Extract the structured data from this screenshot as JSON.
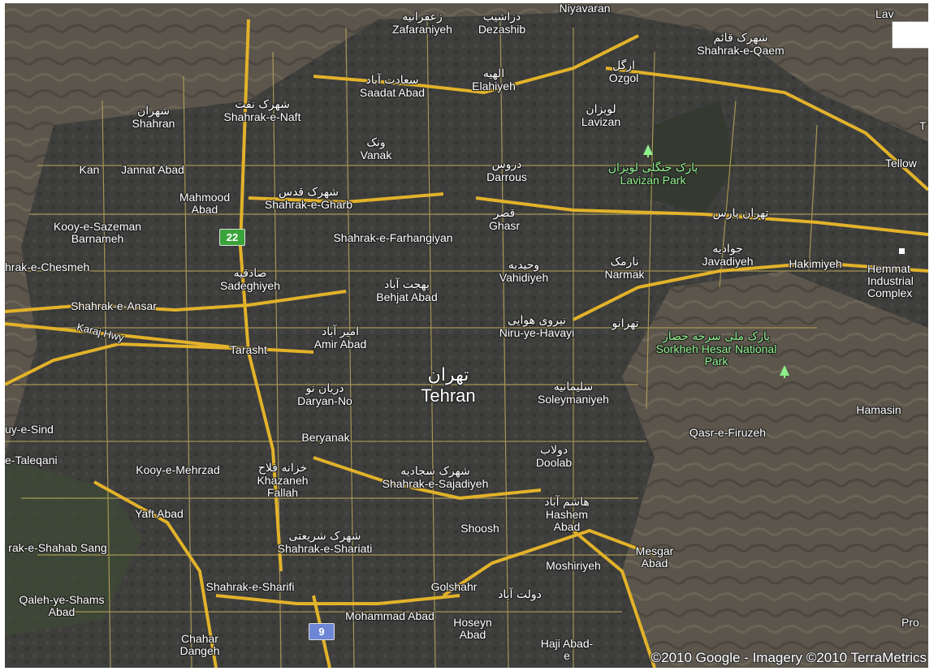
{
  "map": {
    "colors": {
      "terrain": "#5b554b",
      "urban": "#3d3d3b",
      "major_road": "#e2b22a",
      "minor_road": "#b8a45a",
      "park_label": "#8df08a"
    },
    "city": {
      "fa": "تهران",
      "en": "Tehran"
    },
    "places": [
      {
        "id": "niyavaran",
        "en": "Niyavaran"
      },
      {
        "id": "zafaraniyeh",
        "fa": "زعفرانیه",
        "en": "Zafaraniyeh"
      },
      {
        "id": "dezashib",
        "fa": "دزاشیب",
        "en": "Dezashib"
      },
      {
        "id": "shahrak-e-qaem",
        "fa": "شهرک قائم",
        "en": "Shahrak-e-Qaem"
      },
      {
        "id": "ozgol",
        "fa": "ازگل",
        "en": "Ozgol"
      },
      {
        "id": "elahiyeh",
        "fa": "الهیه",
        "en": "Elahiyeh"
      },
      {
        "id": "saadat-abad",
        "fa": "سعادت آباد",
        "en": "Saadat Abad"
      },
      {
        "id": "shahran",
        "fa": "شهران",
        "en": "Shahran"
      },
      {
        "id": "shahrak-e-naft",
        "fa": "شهرک نفت",
        "en": "Shahrak-e-Naft"
      },
      {
        "id": "lavizan",
        "fa": "لویزان",
        "en": "Lavizan"
      },
      {
        "id": "vanak",
        "fa": "ونک",
        "en": "Vanak"
      },
      {
        "id": "darrous",
        "fa": "دروس",
        "en": "Darrous"
      },
      {
        "id": "kan",
        "en": "Kan"
      },
      {
        "id": "jannat-abad",
        "en": "Jannat Abad"
      },
      {
        "id": "mahmood-abad",
        "en": "Mahmood Abad"
      },
      {
        "id": "shahrak-e-gharb",
        "fa": "شهرک قدس",
        "en": "Shahrak-e-Gharb"
      },
      {
        "id": "ghasr",
        "fa": "قصر",
        "en": "Ghasr"
      },
      {
        "id": "tehran-pars",
        "fa": "تهران پارس"
      },
      {
        "id": "kooy-e-sazeman-barnameh",
        "en": "Kooy-e-Sazeman Barnameh"
      },
      {
        "id": "shahrak-e-farhangiyan",
        "en": "Shahrak-e-Farhangiyan"
      },
      {
        "id": "javadiyeh",
        "fa": "جوادیه",
        "en": "Javadiyeh"
      },
      {
        "id": "hakimiyeh",
        "en": "Hakimiyeh"
      },
      {
        "id": "shahrak-e-chesmeh",
        "en": "hrak-e-Chesmeh"
      },
      {
        "id": "sadeghiyeh",
        "fa": "صادقیه",
        "en": "Sadeghiyeh"
      },
      {
        "id": "vahidiyeh",
        "fa": "وحیدیه",
        "en": "Vahidiyeh"
      },
      {
        "id": "narmak",
        "fa": "نارمک",
        "en": "Narmak"
      },
      {
        "id": "behjat-abad",
        "fa": "بهجت آباد",
        "en": "Behjat Abad"
      },
      {
        "id": "shahrak-e-ansar",
        "en": "Shahrak-e-Ansar"
      },
      {
        "id": "niru-ye-havayi",
        "fa": "نیروی هوایی",
        "en": "Niru-ye-Havayi"
      },
      {
        "id": "tehranno",
        "fa": "تهرانو"
      },
      {
        "id": "amir-abad",
        "fa": "امیر آباد",
        "en": "Amir Abad"
      },
      {
        "id": "tarasht",
        "en": "Tarasht"
      },
      {
        "id": "daryan-no",
        "fa": "دریان نو",
        "en": "Daryan-No"
      },
      {
        "id": "soleymaniyeh",
        "fa": "سلیمانیه",
        "en": "Soleymaniyeh"
      },
      {
        "id": "hamasin",
        "en": "Hamasin"
      },
      {
        "id": "qasr-e-firuzeh",
        "en": "Qasr-e-Firuzeh"
      },
      {
        "id": "kuy-e-sind",
        "en": "uy-e-Sind"
      },
      {
        "id": "beryanak",
        "en": "Beryanak"
      },
      {
        "id": "e-taleqani",
        "en": "e-Taleqani"
      },
      {
        "id": "doolab",
        "fa": "دولاب",
        "en": "Doolab"
      },
      {
        "id": "kooy-e-mehrzad",
        "en": "Kooy-e-Mehrzad"
      },
      {
        "id": "khazaneh-fallah",
        "fa": "خزانه فلاح",
        "en": "Khazaneh Fallah"
      },
      {
        "id": "shahrak-e-sajadiyeh",
        "fa": "شهرک سجادیه",
        "en": "Shahrak-e-Sajadiyeh"
      },
      {
        "id": "yaft-abad",
        "en": "Yaft Abad"
      },
      {
        "id": "hashem-abad",
        "fa": "هاشم آباد",
        "en": "Hashem Abad"
      },
      {
        "id": "shoosh",
        "en": "Shoosh"
      },
      {
        "id": "shahrak-e-shahab-sang",
        "en": "rak-e-Shahab Sang"
      },
      {
        "id": "shahrak-e-shariati",
        "fa": "شهرک شریعتی",
        "en": "Shahrak-e-Shariati"
      },
      {
        "id": "mesgar-abad",
        "en": "Mesgar Abad"
      },
      {
        "id": "moshiriyeh",
        "en": "Moshiriyeh"
      },
      {
        "id": "shahrak-e-sharifi",
        "en": "Shahrak-e-Sharifi"
      },
      {
        "id": "golshahr",
        "en": "Golshahr"
      },
      {
        "id": "dolat-abad",
        "fa": "دولت آباد"
      },
      {
        "id": "qaleh-ye-shams-abad",
        "en": "Qaleh-ye-Shams Abad"
      },
      {
        "id": "mohammad-abad",
        "en": "Mohammad Abad"
      },
      {
        "id": "hoseyn-abad",
        "en": "Hoseyn Abad"
      },
      {
        "id": "chahar-dangeh",
        "en": "Chahar Dangeh"
      },
      {
        "id": "haji-abad",
        "en": "Haji Abad-e"
      },
      {
        "id": "lav",
        "en": "Lav"
      },
      {
        "id": "t-edge",
        "en": "T"
      },
      {
        "id": "tellow",
        "en": "Tellow"
      },
      {
        "id": "hemmat",
        "en": "Hemmat Industrial Complex"
      },
      {
        "id": "pro",
        "en": "Pro"
      }
    ],
    "parks": [
      {
        "id": "lavizan-park",
        "fa": "پارک جنگلی لویزان",
        "en": "Lavizan Park"
      },
      {
        "id": "sorkheh-hesar",
        "fa": "پارک ملی سرخه حصار",
        "en": "Sorkheh Hesar National Park"
      }
    ],
    "road_labels": [
      {
        "id": "karaj-hwy",
        "text": "Karaj Hwy"
      }
    ],
    "shields": [
      {
        "id": "route-22",
        "text": "22",
        "color": "green"
      },
      {
        "id": "route-9",
        "text": "9",
        "color": "blue"
      }
    ],
    "copyright": "©2010 Google - Imagery ©2010 TerraMetrics"
  }
}
